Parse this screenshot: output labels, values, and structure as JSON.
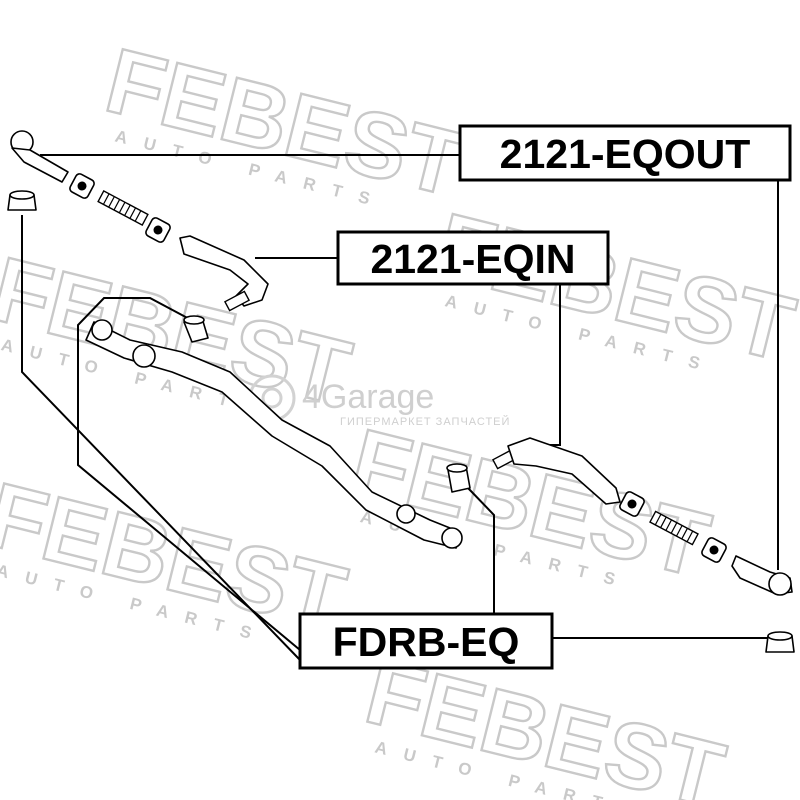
{
  "watermark": {
    "brand": "FEBEST",
    "sub": "AUTO PARTS",
    "site": "4Garage",
    "site_sub": "ГИПЕРМАРКЕТ ЗАПЧАСТЕЙ"
  },
  "labels": {
    "outer_tie_rod_end": "2121-EQOUT",
    "inner_tie_rod_end": "2121-EQIN",
    "bushing": "FDRB-EQ"
  },
  "colors": {
    "ink": "#000000",
    "watermark": "#c9c9c9",
    "background": "#ffffff"
  }
}
